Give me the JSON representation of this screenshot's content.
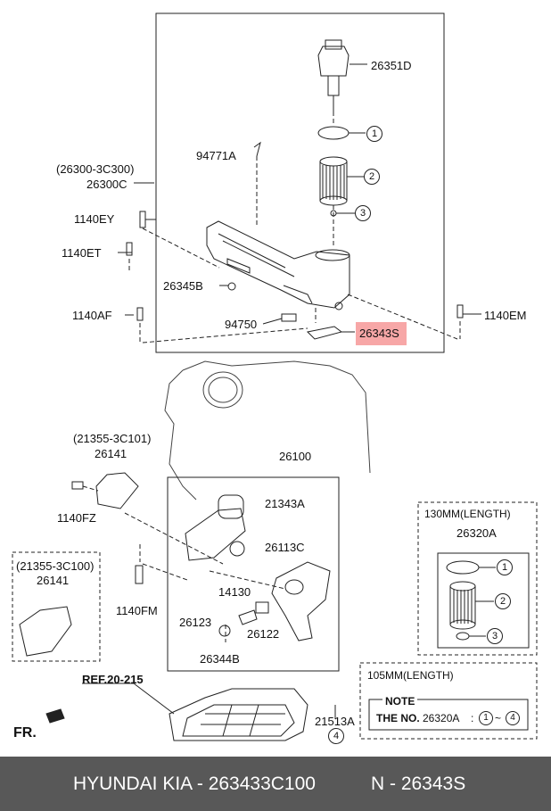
{
  "colors": {
    "highlight": "#f7a7a7",
    "footer_bg": "#585858",
    "footer_text": "#ffffff"
  },
  "labels": {
    "p26351D": "26351D",
    "p94771A": "94771A",
    "p26300_alt": "(26300-3C300)",
    "p26300C": "26300C",
    "p1140EY": "1140EY",
    "p1140ET": "1140ET",
    "p26345B": "26345B",
    "p1140AF": "1140AF",
    "p94750": "94750",
    "p26343S": "26343S",
    "p1140EM": "1140EM",
    "p21355_alt1": "(21355-3C101)",
    "p26141_a": "26141",
    "p1140FZ": "1140FZ",
    "p26100": "26100",
    "p21343A": "21343A",
    "p26113C": "26113C",
    "p21355_alt2": "(21355-3C100)",
    "p26141_b": "26141",
    "p1140FM": "1140FM",
    "p14130": "14130",
    "p26123": "26123",
    "p26122": "26122",
    "p26344B": "26344B",
    "ref": "REF.20-215",
    "fr": "FR.",
    "p21513A": "21513A"
  },
  "callouts": {
    "c1": "1",
    "c2": "2",
    "c3": "3",
    "c4": "4"
  },
  "box130": {
    "title": "130MM(LENGTH)",
    "part": "26320A"
  },
  "box105": {
    "title": "105MM(LENGTH)",
    "note": "NOTE",
    "the_no": "THE NO.",
    "part": "26320A",
    "colon": ":",
    "range_from": "1",
    "tilde": "~",
    "range_to": "4"
  },
  "footer": {
    "brand": "HYUNDAI  KIA - 263433C100",
    "number": "N - 26343S"
  }
}
